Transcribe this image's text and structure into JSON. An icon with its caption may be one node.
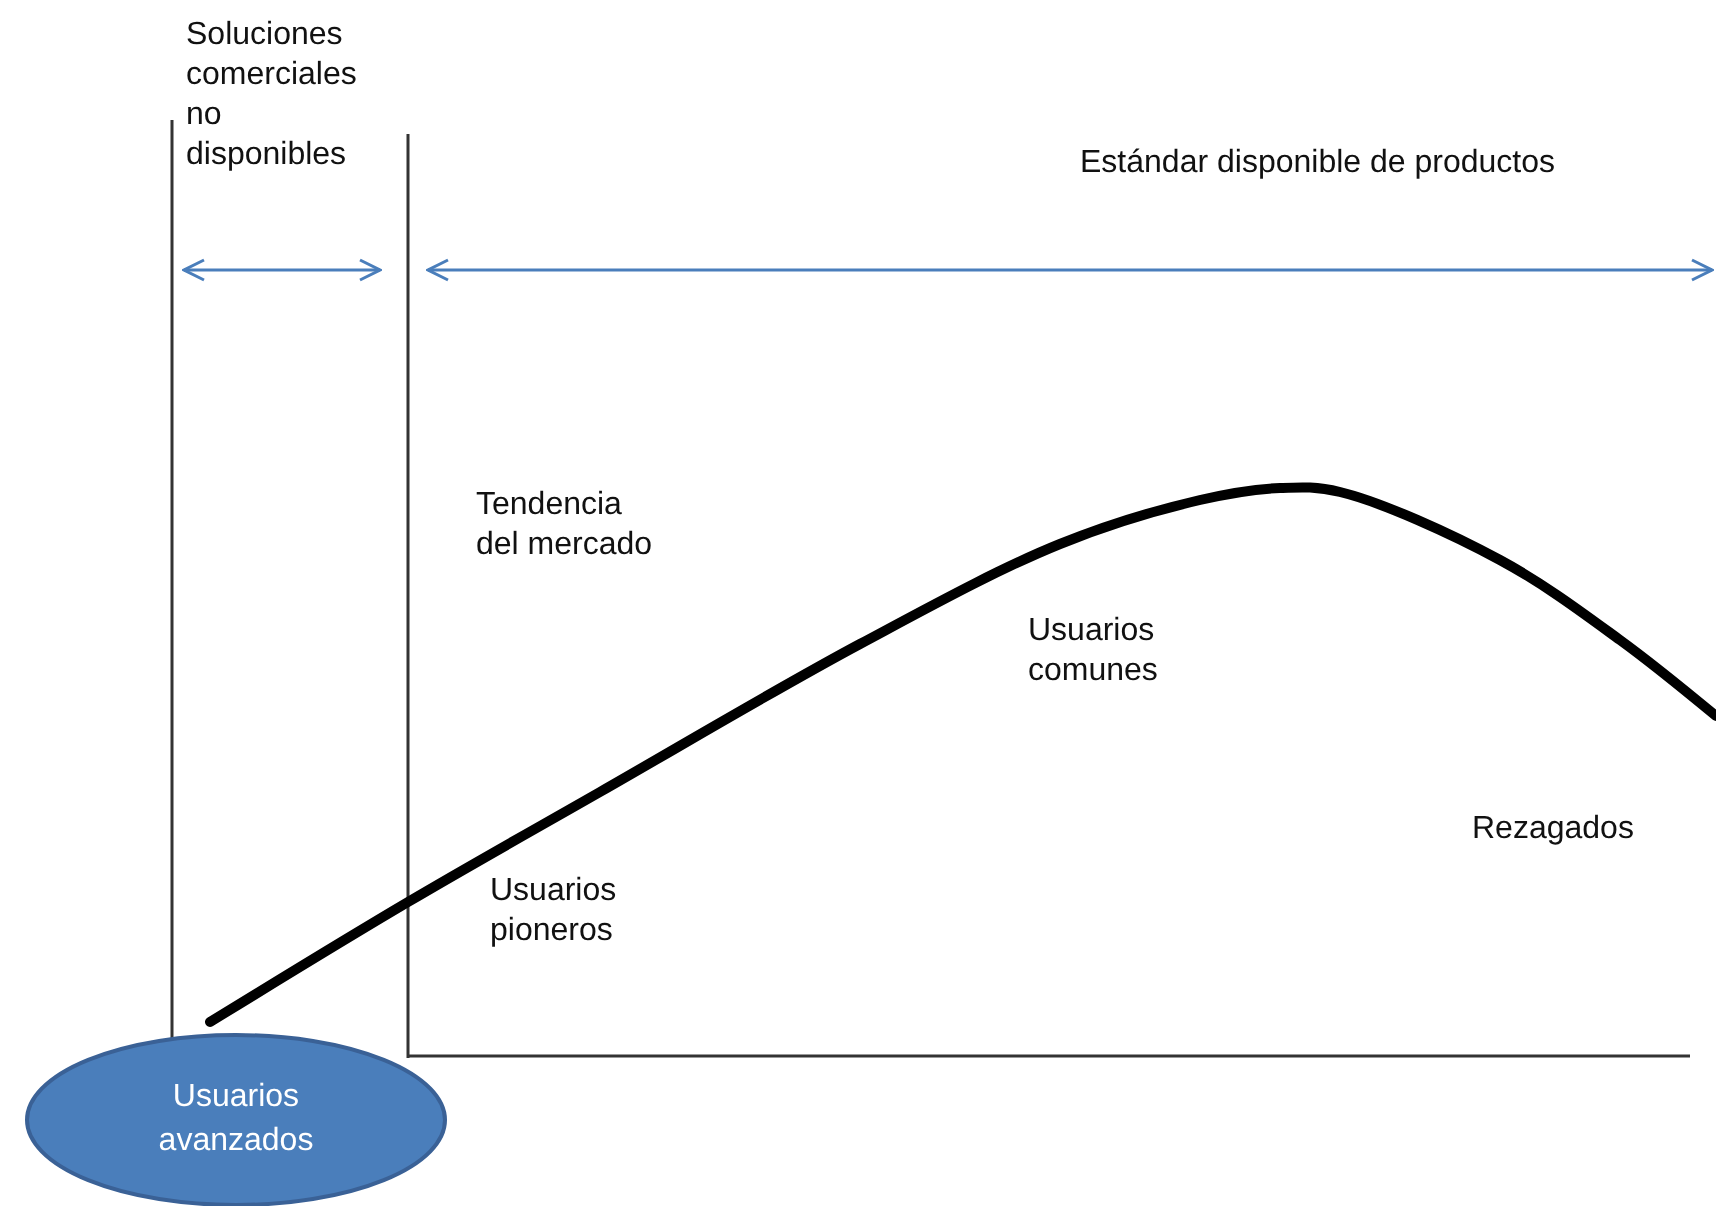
{
  "diagram": {
    "nodes": [
      {
        "text": [
          "Usuarios avanzados"
        ]
      }
    ],
    "labels": [
      "Soluciones comerciales no disponibles",
      "Estándar disponible de productos",
      "Tendencia del mercado",
      "Usuarios comunes",
      "Usuarios pioneros",
      "Rezagados"
    ]
  }
}
